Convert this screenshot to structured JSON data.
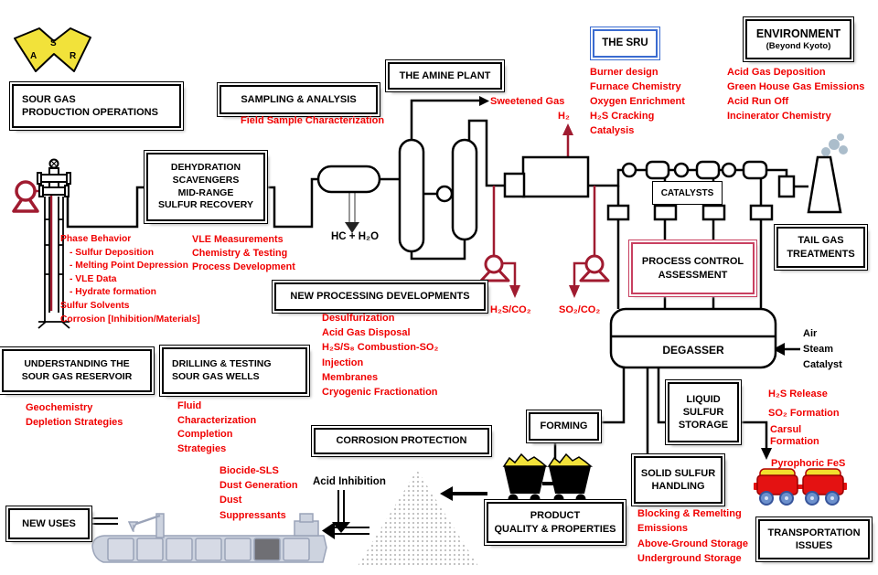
{
  "logo": {
    "letters": [
      "A",
      "S",
      "R"
    ]
  },
  "boxes": {
    "sour_gas": [
      "SOUR GAS",
      "PRODUCTION OPERATIONS"
    ],
    "sampling": "SAMPLING & ANALYSIS",
    "amine": "THE AMINE PLANT",
    "sru": "THE SRU",
    "environment": {
      "title": "ENVIRONMENT",
      "subtitle": "(Beyond Kyoto)"
    },
    "dehydration": [
      "DEHYDRATION",
      "SCAVENGERS",
      "MID-RANGE",
      "SULFUR RECOVERY"
    ],
    "catalysts": "CATALYSTS",
    "process_control": [
      "PROCESS CONTROL",
      "ASSESSMENT"
    ],
    "tail_gas": [
      "TAIL GAS",
      "TREATMENTS"
    ],
    "degasser": "DEGASSER",
    "understanding": [
      "UNDERSTANDING THE",
      "SOUR GAS RESERVOIR"
    ],
    "drilling": [
      "DRILLING & TESTING",
      "SOUR GAS WELLS"
    ],
    "new_processing": "NEW PROCESSING DEVELOPMENTS",
    "corrosion": "CORROSION PROTECTION",
    "forming": "FORMING",
    "product_quality": [
      "PRODUCT",
      "QUALITY & PROPERTIES"
    ],
    "solid_sulfur": [
      "SOLID SULFUR",
      "HANDLING"
    ],
    "liquid_sulfur": [
      "LIQUID",
      "SULFUR",
      "STORAGE"
    ],
    "transportation": [
      "TRANSPORTATION",
      "ISSUES"
    ],
    "new_uses": "NEW USES"
  },
  "red_notes": {
    "field_sample": "Field Sample Characterization",
    "sweetened_gas": "Sweetened Gas",
    "h2": "H₂",
    "sru_list": [
      "Burner design",
      "Furnace Chemistry",
      "Oxygen Enrichment",
      "H₂S Cracking",
      "Catalysis"
    ],
    "environment_list": [
      "Acid Gas Deposition",
      "Green House Gas Emissions",
      "Acid Run Off",
      "Incinerator Chemistry"
    ],
    "phase_list": [
      "Phase Behavior",
      "- Sulfur Deposition",
      "- Melting Point Depression",
      "- VLE Data",
      "- Hydrate formation",
      "Sulfur Solvents",
      "Corrosion [Inhibition/Materials]"
    ],
    "vle_list": [
      "VLE Measurements",
      "Chemistry & Testing",
      "Process Development"
    ],
    "processing_list": [
      "Desulfurization",
      "Acid Gas Disposal",
      "H₂S/S₈ Combustion-SO₂",
      "Injection",
      "Membranes",
      "Cryogenic Fractionation"
    ],
    "h2s_co2": "H₂S/CO₂",
    "so2_co2": "SO₂/CO₂",
    "reservoir_list": [
      "Geochemistry",
      "Depletion Strategies"
    ],
    "wells_list": [
      "Fluid",
      "Characterization",
      "Completion",
      "Strategies"
    ],
    "dust_list": [
      "Biocide-SLS",
      "Dust Generation",
      "Dust",
      "Suppressants"
    ],
    "storage_list": [
      "H₂S Release",
      "SO₂ Formation",
      "Carsul",
      "Formation",
      "Pyrophoric FeS"
    ],
    "solid_list": [
      "Blocking &  Remelting",
      "Emissions",
      "Above-Ground Storage",
      "Underground Storage"
    ]
  },
  "black_notes": {
    "hc_h2o": "HC + H₂O",
    "acid_inhibition": "Acid Inhibition",
    "air_list": [
      "Air",
      "Steam",
      "Catalyst"
    ]
  },
  "colors": {
    "red_text": "#F00000",
    "dark_red": "#A01B30",
    "sru_blue": "#3A6BD0",
    "assessment_crimson": "#C84060",
    "sulfur_yellow": "#F2E23A"
  }
}
